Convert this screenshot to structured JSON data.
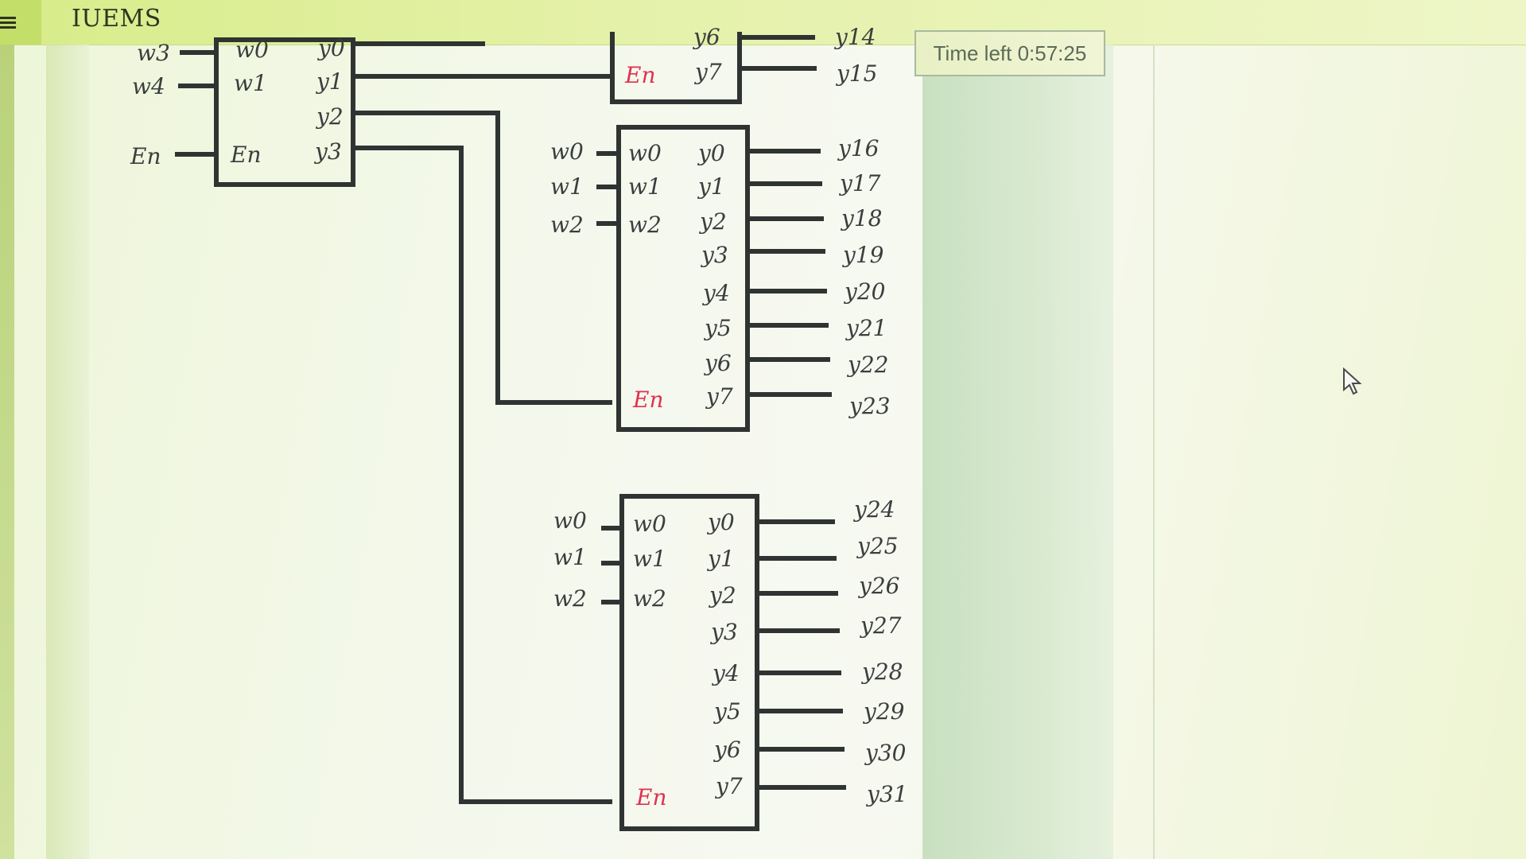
{
  "app": {
    "title": "IUEMS",
    "menu_icon": "hamburger-icon"
  },
  "timer": {
    "text": "Time left 0:57:25"
  },
  "diagram": {
    "source_decoder": {
      "outside_inputs": [
        "w3",
        "w4",
        "En"
      ],
      "inside_inputs": [
        "w0",
        "w1",
        "En"
      ],
      "outputs": [
        "y0",
        "y1",
        "y2",
        "y3"
      ]
    },
    "decoders": [
      {
        "inside_inputs": [],
        "outputs": [
          "y6",
          "y7"
        ],
        "enable": "En",
        "out_labels": [
          "y14",
          "y15"
        ]
      },
      {
        "outside_inputs": [
          "w0",
          "w1",
          "w2"
        ],
        "inside_inputs": [
          "w0",
          "w1",
          "w2"
        ],
        "outputs": [
          "y0",
          "y1",
          "y2",
          "y3",
          "y4",
          "y5",
          "y6",
          "y7"
        ],
        "enable": "En",
        "out_labels": [
          "y16",
          "y17",
          "y18",
          "y19",
          "y20",
          "y21",
          "y22",
          "y23"
        ]
      },
      {
        "outside_inputs": [
          "w0",
          "w1",
          "w2"
        ],
        "inside_inputs": [
          "w0",
          "w1",
          "w2"
        ],
        "outputs": [
          "y0",
          "y1",
          "y2",
          "y3",
          "y4",
          "y5",
          "y6",
          "y7"
        ],
        "enable": "En",
        "out_labels": [
          "y24",
          "y25",
          "y26",
          "y27",
          "y28",
          "y29",
          "y30",
          "y31"
        ]
      }
    ]
  },
  "colors": {
    "accent": "#c4de6a",
    "enable": "#e03050",
    "wire": "#2f3433"
  }
}
